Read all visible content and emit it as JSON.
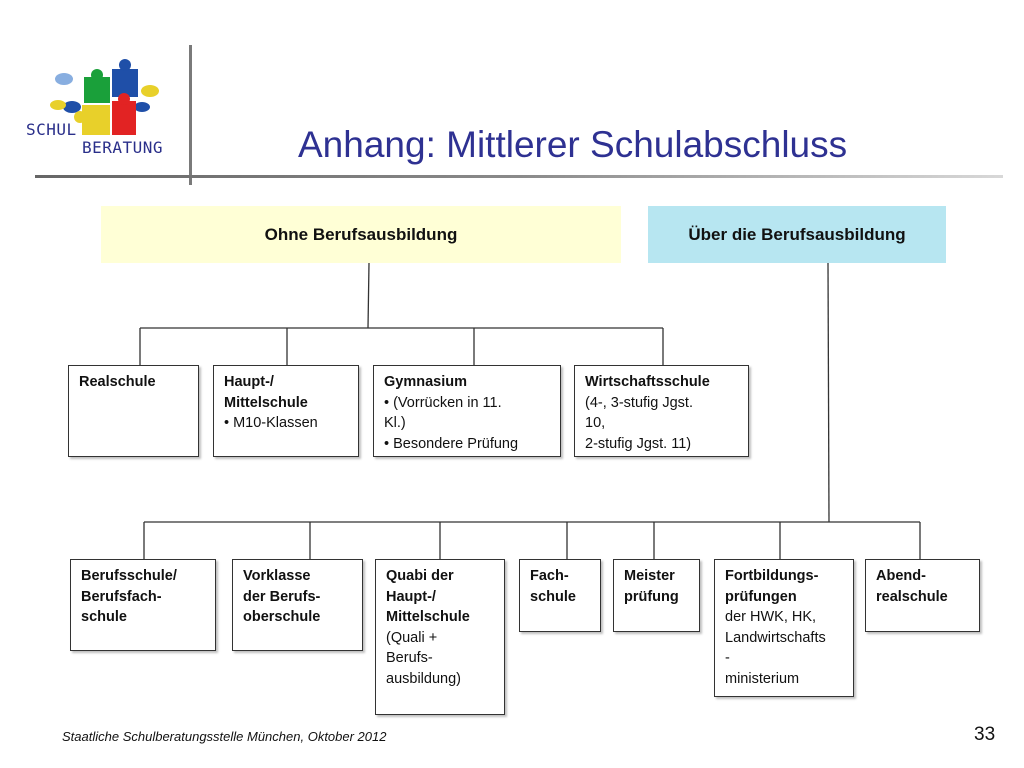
{
  "logo": {
    "line1": "SCHUL",
    "line2": "BERATUNG",
    "colors": [
      "#1f4fa8",
      "#1aa03a",
      "#e8d02a",
      "#e22323",
      "#88aee0"
    ]
  },
  "title": "Anhang: Mittlerer Schulabschluss",
  "headers": {
    "left": "Ohne Berufsausbildung",
    "right": "Über die Berufsausbildung"
  },
  "row1": [
    {
      "title_lines": [
        "Realschule"
      ],
      "lines": []
    },
    {
      "title_lines": [
        "Haupt-/",
        "Mittelschule"
      ],
      "lines": [
        "• M10-Klassen"
      ]
    },
    {
      "title_lines": [
        "Gymnasium"
      ],
      "lines": [
        "• (Vorrücken in 11.",
        "Kl.)",
        "• Besondere Prüfung"
      ]
    },
    {
      "title_lines": [
        "Wirtschaftsschule"
      ],
      "lines": [
        "(4-, 3-stufig Jgst.",
        "10,",
        "2-stufig Jgst. 11)"
      ]
    }
  ],
  "row2": [
    {
      "title_lines": [
        "Berufsschule/",
        "Berufsfach-",
        "schule"
      ],
      "lines": []
    },
    {
      "title_lines": [
        "Vorklasse",
        "der Berufs-",
        "oberschule"
      ],
      "lines": []
    },
    {
      "title_lines": [
        "Quabi der",
        "Haupt-/",
        "Mittelschule"
      ],
      "lines": [
        "(Quali +",
        "Berufs-",
        "ausbildung)"
      ]
    },
    {
      "title_lines": [
        "Fach-",
        "schule"
      ],
      "lines": []
    },
    {
      "title_lines": [
        "Meister",
        "prüfung"
      ],
      "lines": []
    },
    {
      "title_lines": [
        "Fortbildungs-",
        "prüfungen"
      ],
      "lines": [
        "der HWK, HK,",
        "Landwirtschafts",
        "-",
        "ministerium"
      ]
    },
    {
      "title_lines": [
        "Abend-",
        "realschule"
      ],
      "lines": []
    }
  ],
  "footer": "Staatliche Schulberatungsstelle München, Oktober 2012",
  "page_number": "33"
}
